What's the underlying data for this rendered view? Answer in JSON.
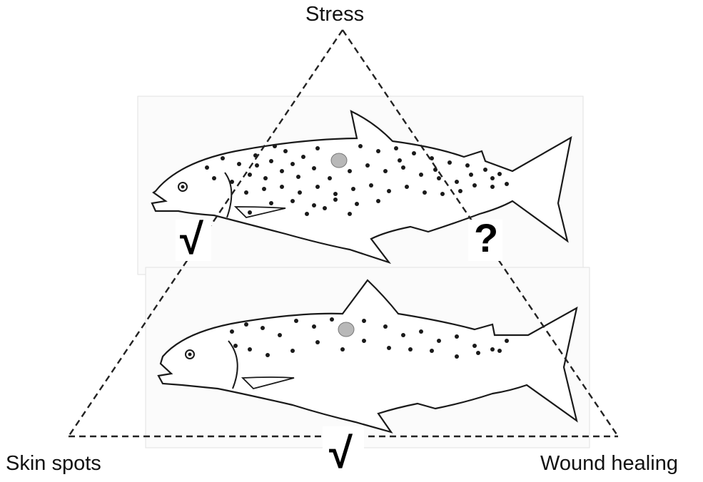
{
  "diagram": {
    "vertices": {
      "top": "Stress",
      "bottom_left": "Skin spots",
      "bottom_right": "Wound healing"
    },
    "edge_marks": {
      "left_edge": "√",
      "right_edge": "?",
      "bottom_edge": "√"
    },
    "illustration": {
      "subject": "two spotted trout",
      "upper_fish": "many dark spots",
      "lower_fish": "fewer dark spots",
      "wound_color": "#b8b8b8"
    },
    "line_style": "dashed",
    "line_color": "#222222"
  }
}
